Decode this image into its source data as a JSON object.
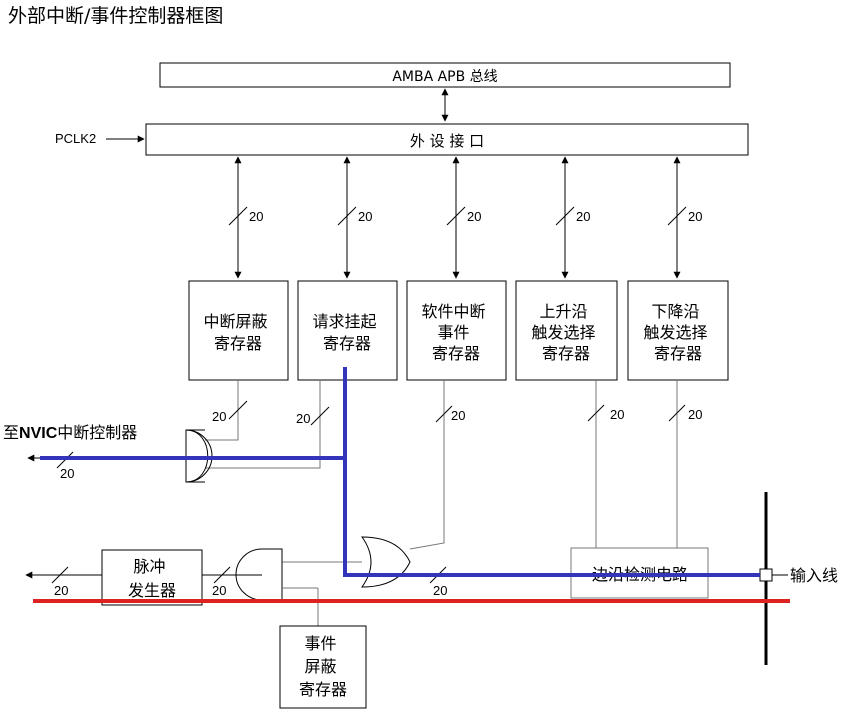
{
  "title": "外部中断/事件控制器框图",
  "bus": {
    "label": "AMBA APB 总线"
  },
  "peripheral_interface": {
    "label": "外 设 接 口",
    "clock": "PCLK2"
  },
  "bus_width": "20",
  "registers": {
    "interrupt_mask": [
      "中断屏蔽",
      "寄存器"
    ],
    "pending_request": [
      "请求挂起",
      "寄存器"
    ],
    "software_interrupt_event": [
      "软件中断",
      "事件",
      "寄存器"
    ],
    "rising_trigger": [
      "上升沿",
      "触发选择",
      "寄存器"
    ],
    "falling_trigger": [
      "下降沿",
      "触发选择",
      "寄存器"
    ],
    "event_mask": [
      "事件",
      "屏蔽",
      "寄存器"
    ]
  },
  "pulse_generator": [
    "脉冲",
    "发生器"
  ],
  "edge_detect": {
    "label": "边沿检测电路"
  },
  "to_nvic": {
    "prefix": "至",
    "bold": "NVIC",
    "suffix": "中断控制器"
  },
  "input_line": {
    "label": "输入线"
  },
  "colors": {
    "interrupt_path": "#3333bb",
    "event_path": "#dd2222",
    "line": "#000000"
  }
}
